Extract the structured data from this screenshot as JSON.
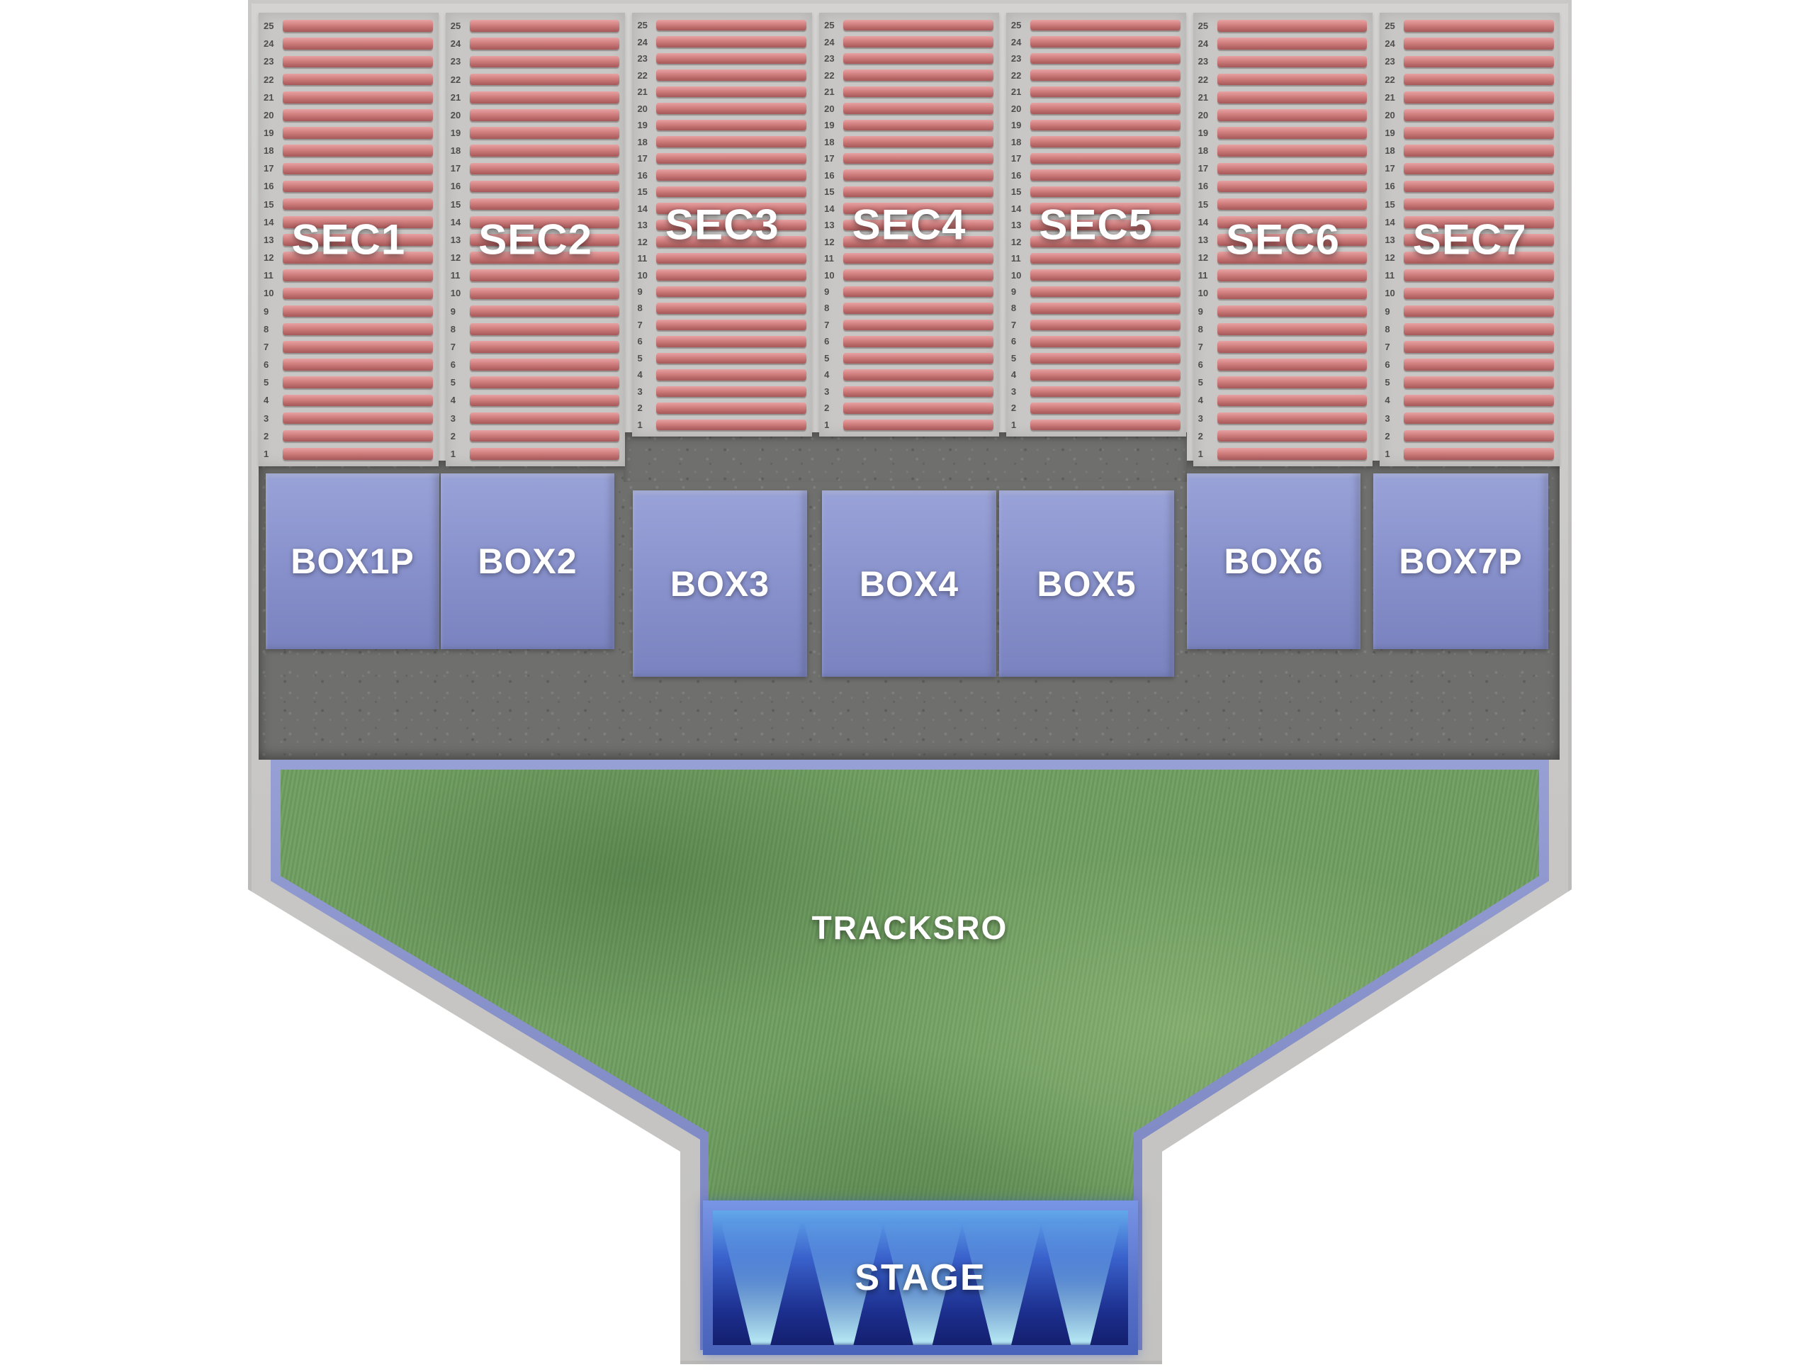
{
  "grandstand": {
    "sections": [
      {
        "label": "SEC1"
      },
      {
        "label": "SEC2"
      },
      {
        "label": "SEC3"
      },
      {
        "label": "SEC4"
      },
      {
        "label": "SEC5"
      },
      {
        "label": "SEC6"
      },
      {
        "label": "SEC7"
      }
    ],
    "row_labels": [
      "25",
      "24",
      "23",
      "22",
      "21",
      "20",
      "19",
      "18",
      "17",
      "16",
      "15",
      "14",
      "13",
      "12",
      "11",
      "10",
      "9",
      "8",
      "7",
      "6",
      "5",
      "4",
      "3",
      "2",
      "1"
    ]
  },
  "boxes": [
    {
      "label": "BOX1P"
    },
    {
      "label": "BOX2"
    },
    {
      "label": "BOX3"
    },
    {
      "label": "BOX4"
    },
    {
      "label": "BOX5"
    },
    {
      "label": "BOX6"
    },
    {
      "label": "BOX7P"
    }
  ],
  "field": {
    "label": "TRACKSRO"
  },
  "stage": {
    "label": "STAGE"
  },
  "colors": {
    "seat_row": "#c97a7a",
    "box_fill": "#8a93cf",
    "grass": "#6f9e60",
    "stage_blue": "#2a52c0",
    "frame_gray": "#c9c8c6"
  }
}
